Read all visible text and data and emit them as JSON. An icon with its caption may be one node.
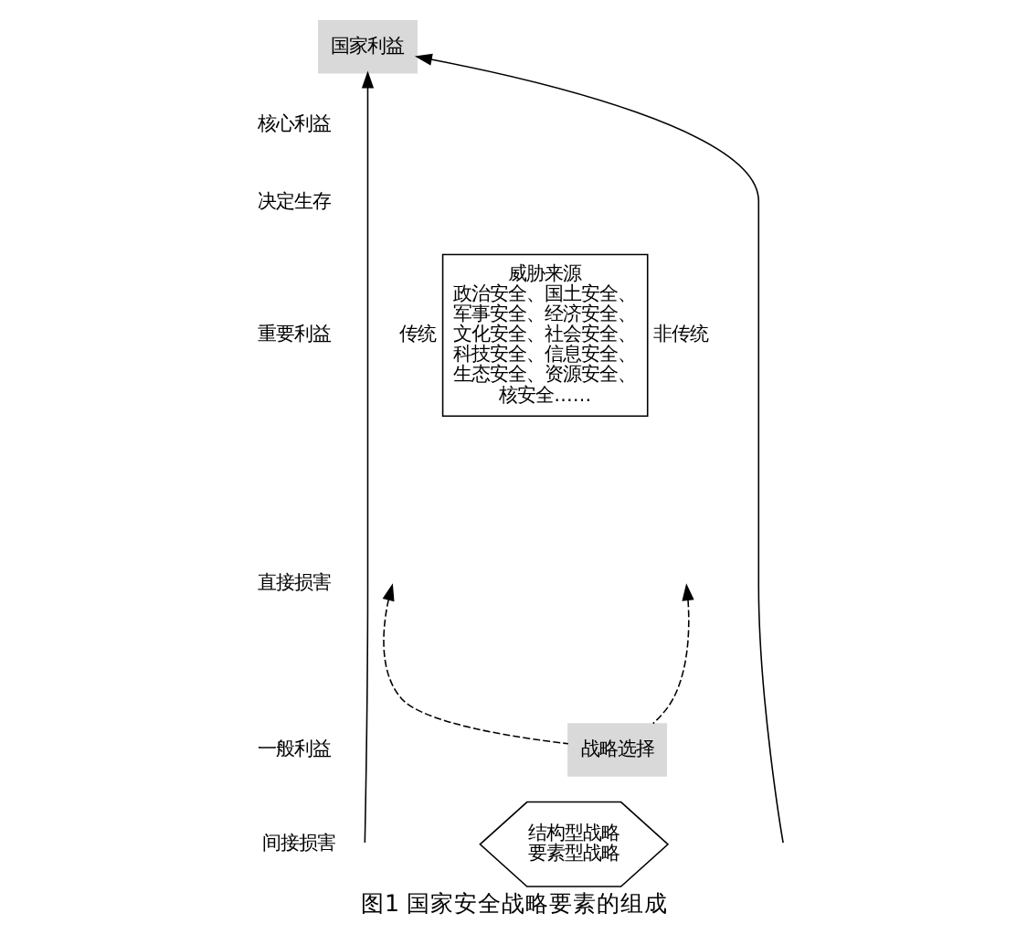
{
  "diagram": {
    "caption": "图1 国家安全战略要素的组成",
    "nodes": [
      {
        "text": [
          "国家利益"
        ]
      },
      {
        "text": [
          "威胁来源",
          "政治安全、国土安全、军事安全、经济安全、文化安全、社会安全、科技安全、信息安全、生态安全、资源安全、核安全……"
        ],
        "beside": [
          "传统",
          "非传统"
        ]
      },
      {
        "text": [
          "战略选择"
        ]
      },
      {
        "text": [
          "结构型战略",
          "要素型战略"
        ]
      }
    ],
    "edges": [
      {
        "from": null,
        "to": 0,
        "arrow": "to"
      },
      {
        "from": null,
        "to": 0,
        "arrow": "to"
      },
      {
        "from": 2,
        "to": null,
        "arrow": "to",
        "style": "dashed"
      },
      {
        "from": 2,
        "to": null,
        "arrow": "to",
        "style": "dashed"
      }
    ],
    "labels": [
      "核心利益",
      "决定生存",
      "重要利益",
      "直接损害",
      "一般利益",
      "间接损害"
    ]
  }
}
